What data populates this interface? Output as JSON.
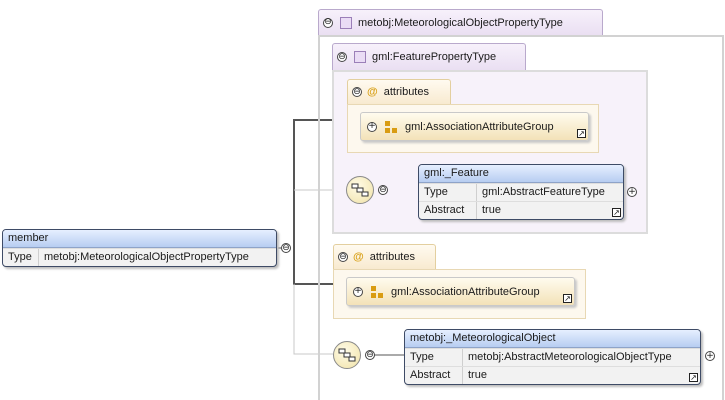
{
  "member": {
    "name": "member",
    "type_label": "Type",
    "type_value": "metobj:MeteorologicalObjectPropertyType"
  },
  "outer_type": {
    "label": "metobj:MeteorologicalObjectPropertyType"
  },
  "inner_type": {
    "label": "gml:FeaturePropertyType"
  },
  "attributes_inner": {
    "label": "attributes",
    "group": "gml:AssociationAttributeGroup"
  },
  "feature_element": {
    "name": "gml:_Feature",
    "type_label": "Type",
    "type_value": "gml:AbstractFeatureType",
    "abstract_label": "Abstract",
    "abstract_value": "true"
  },
  "attributes_outer": {
    "label": "attributes",
    "group": "gml:AssociationAttributeGroup"
  },
  "metobj_element": {
    "name": "metobj:_MeteorologicalObject",
    "type_label": "Type",
    "type_value": "metobj:AbstractMeteorologicalObjectType",
    "abstract_label": "Abstract",
    "abstract_value": "true"
  },
  "symbols": {
    "collapse": "⊖",
    "expand": "+",
    "at": "@",
    "link": "↗"
  },
  "colors": {
    "element_header": "#b7cdf1",
    "complex_type_tab": "#eadff2",
    "attributes_tab": "#f8ead0",
    "group_icon": "#d99c12"
  }
}
